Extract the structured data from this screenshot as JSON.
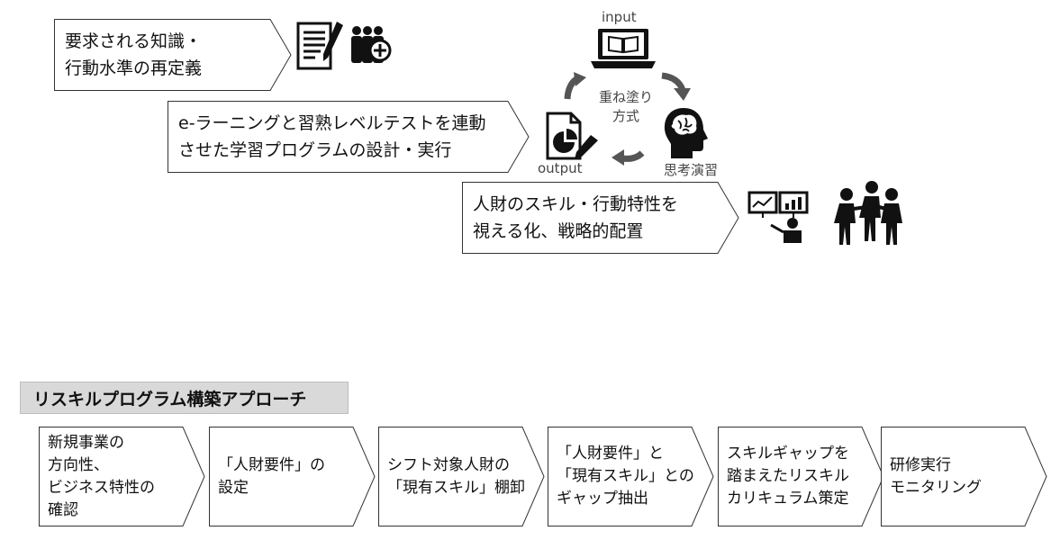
{
  "top_steps": [
    {
      "text": "要求される知識・\n行動水準の再定義"
    },
    {
      "text": "e-ラーニングと習熟レベルテストを連動\nさせた学習プログラムの設計・実行"
    },
    {
      "text": "人財のスキル・行動特性を\n視える化、戦略的配置"
    }
  ],
  "cycle": {
    "input": "input",
    "center": "重ね塗り\n方式",
    "think": "思考演習",
    "output": "output"
  },
  "approach_title": "リスキルプログラム構築アプローチ",
  "flow_steps": [
    {
      "text": "新規事業の\n方向性、\nビジネス特性の\n確認"
    },
    {
      "text": "「人財要件」の\n設定"
    },
    {
      "text": "シフト対象人財の\n「現有スキル」棚卸"
    },
    {
      "text": "「人財要件」と\n「現有スキル」との\nギャップ抽出"
    },
    {
      "text": "スキルギャップを\n踏まえたリスキル\nカリキュラム策定"
    },
    {
      "text": "研修実行\nモニタリング"
    }
  ],
  "icons": [
    "document-pen-icon",
    "group-add-icon",
    "laptop-book-icon",
    "brain-head-icon",
    "report-pen-icon",
    "presenter-screens-icon",
    "people-group-icon",
    "cycle-arrow-icon"
  ]
}
